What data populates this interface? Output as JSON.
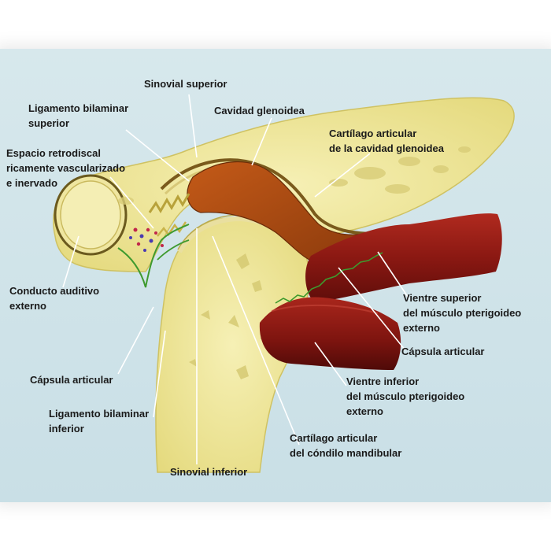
{
  "labels": {
    "sinovial_superior": "Sinovial superior",
    "ligamento_bilaminar_superior_1": "Ligamento bilaminar",
    "ligamento_bilaminar_superior_2": "superior",
    "cavidad_glenoidea": "Cavidad glenoidea",
    "cartilago_cavidad_1": "Cartílago articular",
    "cartilago_cavidad_2": "de la cavidad glenoidea",
    "espacio_retrodiscal_1": "Espacio retrodiscal",
    "espacio_retrodiscal_2": "ricamente vascularizado",
    "espacio_retrodiscal_3": "e inervado",
    "conducto_auditivo_1": "Conducto auditivo",
    "conducto_auditivo_2": "externo",
    "vientre_superior_1": "Vientre superior",
    "vientre_superior_2": "del músculo pterigoideo",
    "vientre_superior_3": "externo",
    "capsula_articular_right": "Cápsula articular",
    "vientre_inferior_1": "Vientre inferior",
    "vientre_inferior_2": "del músculo pterigoideo",
    "vientre_inferior_3": "externo",
    "capsula_articular_left": "Cápsula articular",
    "ligamento_bilaminar_inferior_1": "Ligamento bilaminar",
    "ligamento_bilaminar_inferior_2": "inferior",
    "cartilago_condilo_1": "Cartílago articular",
    "cartilago_condilo_2": "del cóndilo mandibular",
    "sinovial_inferior": "Sinovial inferior"
  },
  "colors": {
    "background": "#cfe3e8",
    "bone": "#eee79a",
    "bone_dark": "#c9bd5a",
    "disc": "#a9490f",
    "muscle": "#8f1a14",
    "synovial": "#3e9a2e"
  }
}
